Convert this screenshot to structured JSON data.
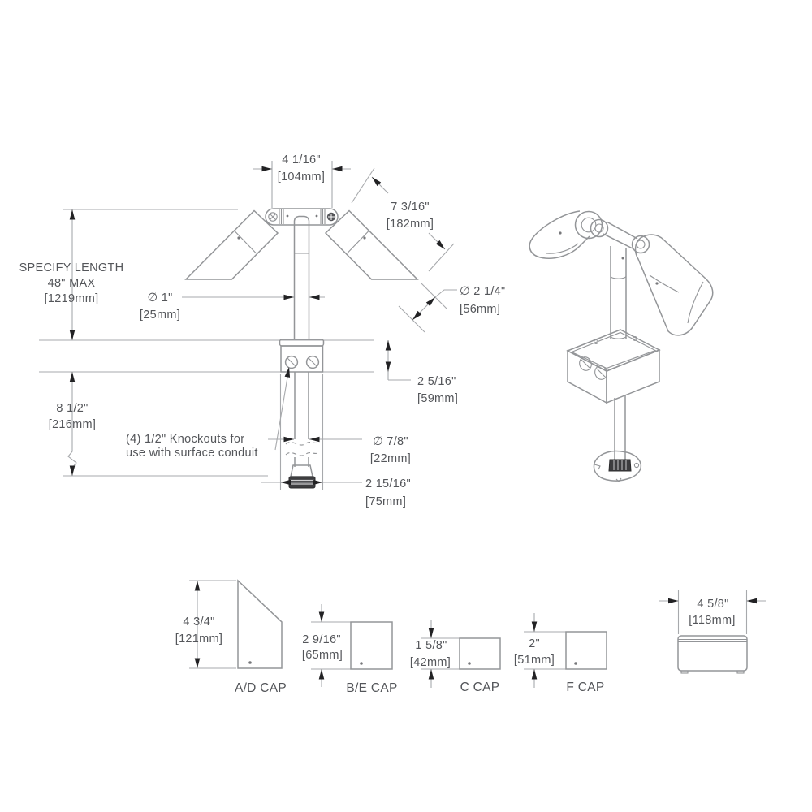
{
  "front": {
    "width_top_in": "4 1/16\"",
    "width_top_mm": "[104mm]",
    "head_len_in": "7 3/16\"",
    "head_len_mm": "[182mm]",
    "head_dia_in": "∅ 2 1/4\"",
    "head_dia_mm": "[56mm]",
    "pole_dia_in": "∅ 1\"",
    "pole_dia_mm": "[25mm]",
    "length_note_1": "SPECIFY LENGTH",
    "length_note_2": "48\" MAX",
    "length_note_3": "[1219mm]",
    "box_height_in": "2 5/16\"",
    "box_height_mm": "[59mm]",
    "lower_len_in": "8 1/2\"",
    "lower_len_mm": "[216mm]",
    "knockout_note_1": "(4) 1/2\" Knockouts for",
    "knockout_note_2": "use with surface conduit",
    "pipe_dia_in": "∅ 7/8\"",
    "pipe_dia_mm": "[22mm]",
    "base_width_in": "2 15/16\"",
    "base_width_mm": "[75mm]"
  },
  "caps": [
    {
      "label": "A/D CAP",
      "in": "4 3/4\"",
      "mm": "[121mm]"
    },
    {
      "label": "B/E CAP",
      "in": "2 9/16\"",
      "mm": "[65mm]"
    },
    {
      "label": "C CAP",
      "in": "1 5/8\"",
      "mm": "[42mm]"
    },
    {
      "label": "F CAP",
      "in": "2\"",
      "mm": "[51mm]"
    }
  ],
  "side_box": {
    "width_in": "4 5/8\"",
    "width_mm": "[118mm]"
  },
  "colors": {
    "object_line": "#939598",
    "dimension_line": "#a7a9ac",
    "text": "#54565a",
    "arrow": "#222224",
    "dark_fill": "#3d3d3f",
    "background": "#ffffff"
  }
}
